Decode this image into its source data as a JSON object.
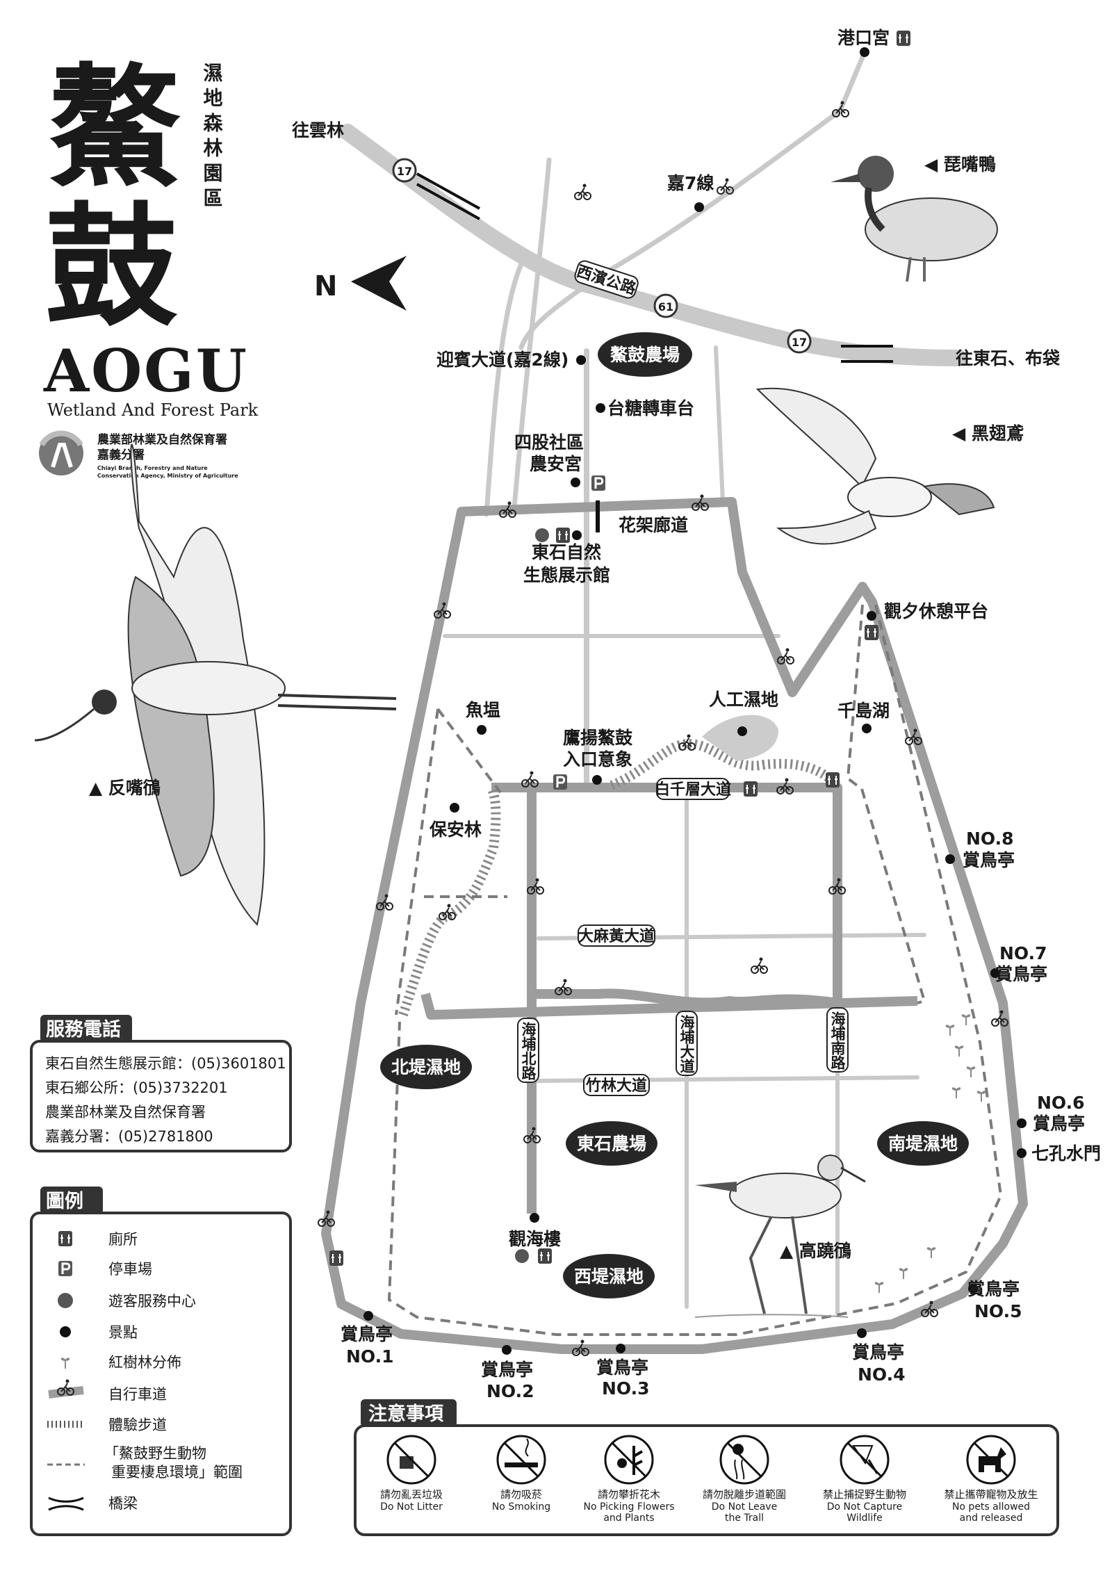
{
  "title": {
    "char1": "鰲",
    "char2": "鼓",
    "subtitle_vertical": "濕地森林園區",
    "name_en": "AOGU",
    "tagline": "Wetland And Forest Park"
  },
  "agency": {
    "zh_line1": "農業部林業及自然保育署",
    "zh_line2": "嘉義分署",
    "en_line1": "Chiayi Branch, Forestry and Nature",
    "en_line2": "Conservation Agency, Ministry of Agriculture"
  },
  "compass": {
    "north": "N"
  },
  "roads": {
    "route17": "17",
    "route61": "61",
    "west_coast_hwy": "西濱公路",
    "to_yunlin": "往雲林",
    "to_dongshi_budai": "往東石、布袋",
    "chia7": "嘉7線",
    "welcome_ave": "迎賓大道(嘉2線)",
    "baiqianceng": "白千層大道",
    "dama": "大麻黃大道",
    "bamboo": "竹林大道",
    "haipu_north": "海埔北路",
    "haipu_ave": "海埔大道",
    "haipu_south": "海埔南路"
  },
  "places": {
    "gangkou_temple": "港口宮",
    "aogu_farm": "鰲鼓農場",
    "sugar_turntable": "台糖轉車台",
    "sigu_line1": "四股社區",
    "sigu_line2": "農安宮",
    "flower_corridor": "花架廊道",
    "eco_hall_line1": "東石自然",
    "eco_hall_line2": "生態展示館",
    "sunset_platform": "觀夕休憩平台",
    "fish_pond": "魚塭",
    "artificial_wetland": "人工濕地",
    "thousand_island_lake": "千島湖",
    "entrance_line1": "鷹揚鰲鼓",
    "entrance_line2": "入口意象",
    "windbreak_forest": "保安林",
    "north_wetland": "北堤濕地",
    "dongshi_farm": "東石農場",
    "south_wetland": "南堤濕地",
    "west_wetland": "西堤濕地",
    "sea_tower": "觀海樓",
    "seven_gate": "七孔水門",
    "bird_hide": "賞鳥亭",
    "no1": "NO.1",
    "no2": "NO.2",
    "no3": "NO.3",
    "no4": "NO.4",
    "no5": "NO.5",
    "no6": "NO.6",
    "no7": "NO.7",
    "no8": "NO.8"
  },
  "birds": {
    "shoveler": "◀ 琵嘴鴨",
    "kite": "◀ 黑翅鳶",
    "avocet": "▲ 反嘴鴴",
    "stilt": "▲ 高蹺鴴"
  },
  "service_phone": {
    "title": "服務電話",
    "lines": [
      "東石自然生態展示館：(05)3601801",
      "東石鄉公所：(05)3732201",
      "農業部林業及自然保育署",
      "嘉義分署：(05)2781800"
    ]
  },
  "legend": {
    "title": "圖例",
    "items": [
      "廁所",
      "停車場",
      "遊客服務中心",
      "景點",
      "紅樹林分佈",
      "自行車道",
      "體驗步道",
      "「鰲鼓野生動物",
      "重要棲息環境」範圍",
      "橋梁"
    ]
  },
  "notices": {
    "title": "注意事項",
    "items": [
      {
        "zh": "請勿亂丟垃圾",
        "en1": "Do Not Litter",
        "en2": ""
      },
      {
        "zh": "請勿吸菸",
        "en1": "No Smoking",
        "en2": ""
      },
      {
        "zh": "請勿攀折花木",
        "en1": "No Picking Flowers",
        "en2": "and Plants"
      },
      {
        "zh": "請勿脫離步道範圍",
        "en1": "Do Not  Leave",
        "en2": "the Trall"
      },
      {
        "zh": "禁止捕捉野生動物",
        "en1": "Do Not Capture",
        "en2": "Wildlife"
      },
      {
        "zh": "禁止攜帶寵物及放生",
        "en1": "No pets allowed",
        "en2": "and released"
      }
    ]
  },
  "colors": {
    "ink": "#1a1a1a",
    "road": "#c9c9c9",
    "bike_loop": "#9d9d9d",
    "panel": "#333333"
  }
}
